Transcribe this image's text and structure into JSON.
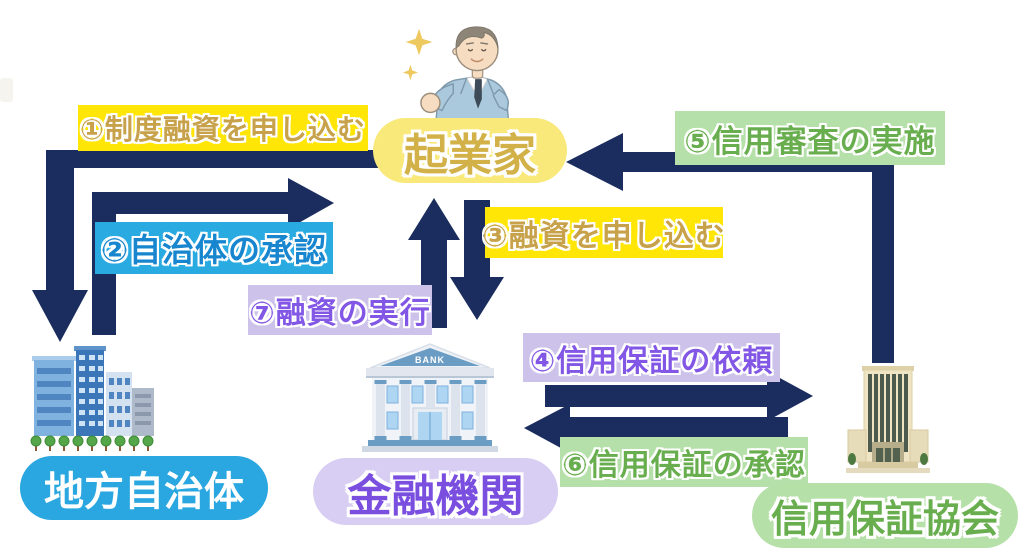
{
  "colors": {
    "navy": "#1b2d5e",
    "yellow_bg": "#ffe606",
    "gold_text": "#c7a24b",
    "blue_bg": "#29abe2",
    "blue_text": "#1786cf",
    "lavender_bg": "#cdc3ea",
    "purple_text": "#8257e6",
    "green_bg": "#b6e0a9",
    "green_text": "#68ae4e"
  },
  "steps": [
    {
      "label": "①制度融資を申し込む",
      "bg": "#ffe606",
      "color": "#c7a24b"
    },
    {
      "label": "②自治体の承認",
      "bg": "#29abe2",
      "color": "#1786cf"
    },
    {
      "label": "③融資を申し込む",
      "bg": "#ffe606",
      "color": "#c7a24b"
    },
    {
      "label": "④信用保証の依頼",
      "bg": "#cdc3ea",
      "color": "#8257e6"
    },
    {
      "label": "⑤信用審査の実施",
      "bg": "#b6e0a9",
      "color": "#68ae4e"
    },
    {
      "label": "⑥信用保証の承認",
      "bg": "#b6e0a9",
      "color": "#68ae4e"
    },
    {
      "label": "⑦融資の実行",
      "bg": "#cdc3ea",
      "color": "#8257e6"
    }
  ],
  "entities": {
    "entrepreneur": {
      "label": "起業家",
      "bg": "#f9e87a",
      "color": "#d2b148"
    },
    "local_government": {
      "label": "地方自治体",
      "bg": "#2aa7e0",
      "color": "#ffffff"
    },
    "financial_institution": {
      "label": "金融機関",
      "bg": "#d8cdf2",
      "color": "#7a4fdf"
    },
    "credit_guarantee_association": {
      "label": "信用保証協会",
      "bg": "#b5e0a8",
      "color": "#68ae4e"
    }
  },
  "bank_sign": "BANK"
}
